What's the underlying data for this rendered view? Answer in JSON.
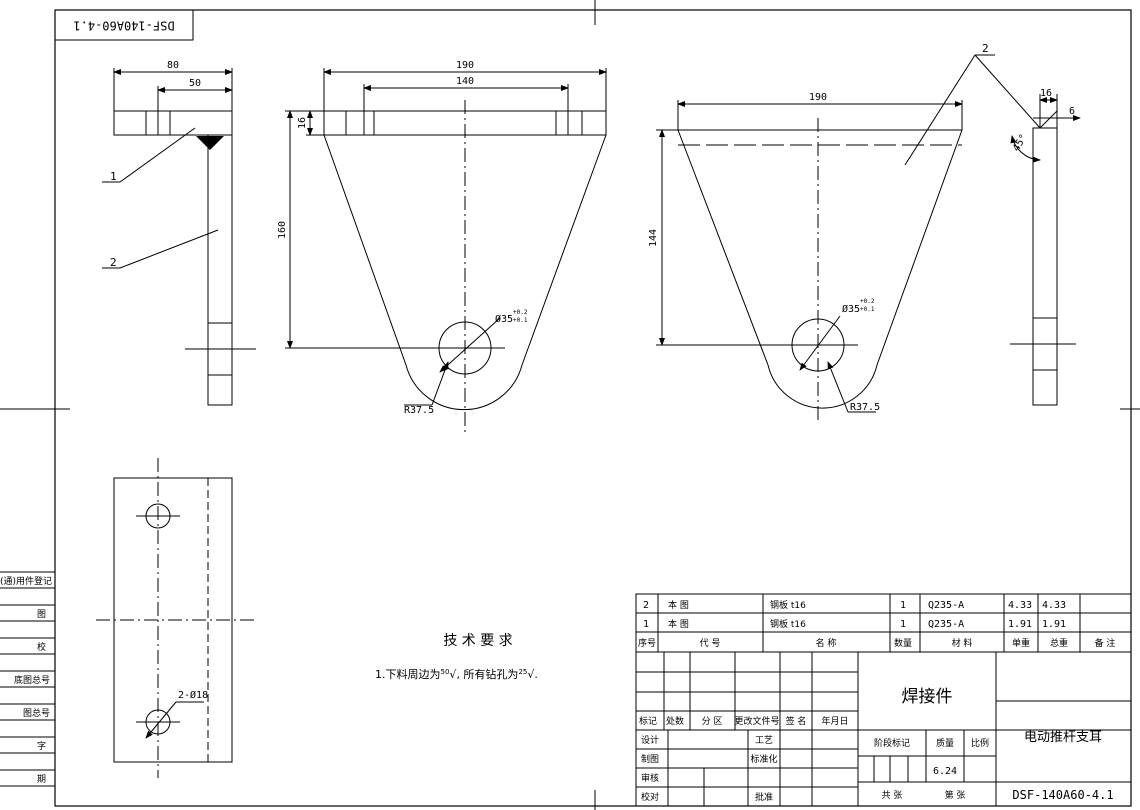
{
  "drawing": {
    "code_rotated": "DSF-140A60-4.1",
    "side_strip": [
      "(通)用件登记",
      "图",
      "校",
      "底图总号",
      "图总号",
      "字",
      "期"
    ],
    "dims": {
      "d80": "80",
      "d50": "50",
      "d190a": "190",
      "d140": "140",
      "d16a": "16",
      "d160": "160",
      "d190b": "190",
      "d144": "144",
      "d16b": "16",
      "d6": "6",
      "d45": "45°",
      "dia_a": "Ø35",
      "tol_a_up": "+0.2",
      "tol_a_lo": "+0.1",
      "dia_b": "Ø35",
      "tol_b_up": "+0.2",
      "tol_b_lo": "+0.1",
      "r_a": "R37.5",
      "r_b": "R37.5",
      "holes": "2-Ø18"
    },
    "balloons": {
      "b1": "1",
      "b2": "2",
      "b2b": "2"
    },
    "tech_title": "技 术 要 求",
    "tech_note_a": "1.下料周边为",
    "tech_mark_a": "50",
    "tech_note_b": ", 所有钻孔为",
    "tech_mark_b": "25",
    "tech_note_c": "."
  },
  "bom": {
    "rows": [
      {
        "no": "2",
        "code": "本 图",
        "name": "钢板 t16",
        "qty": "1",
        "mat": "Q235-A",
        "unit": "4.33",
        "total": "4.33",
        "note": ""
      },
      {
        "no": "1",
        "code": "本 图",
        "name": "钢板 t16",
        "qty": "1",
        "mat": "Q235-A",
        "unit": "1.91",
        "total": "1.91",
        "note": ""
      }
    ],
    "header": {
      "no": "序号",
      "code": "代 号",
      "name": "名 称",
      "qty": "数量",
      "mat": "材 料",
      "unit": "单重",
      "total": "总重",
      "note": "备 注"
    }
  },
  "title_block": {
    "rev_headers": [
      "标记",
      "处数",
      "分 区",
      "更改文件号",
      "签 名",
      "年月日"
    ],
    "roles_left": [
      "设计",
      "制图",
      "审核",
      "校对"
    ],
    "roles_mid": [
      "工艺",
      "标准化",
      "",
      "批准"
    ],
    "part_type": "焊接件",
    "stage": "阶段标记",
    "mass_label": "质量",
    "scale_label": "比例",
    "mass": "6.24",
    "sheets_total": "共  张",
    "sheet_no": "第  张",
    "part_name": "电动推杆支耳",
    "drawing_no": "DSF-140A60-4.1"
  }
}
